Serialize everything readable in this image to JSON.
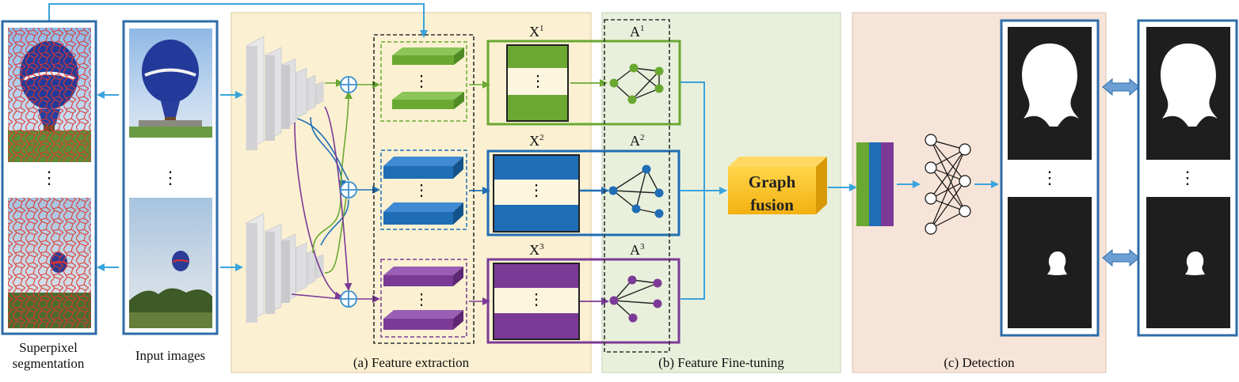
{
  "labels": {
    "superpixel_line1": "Superpixel",
    "superpixel_line2": "segmentation",
    "input_images": "Input images",
    "panel_a": "(a) Feature extraction",
    "panel_b": "(b) Feature Fine-tuning",
    "panel_c": "(c) Detection",
    "x1": "X",
    "x1_sup": "1",
    "x2": "X",
    "x2_sup": "2",
    "x3": "X",
    "x3_sup": "3",
    "a1": "A",
    "a1_sup": "1",
    "a2": "A",
    "a2_sup": "2",
    "a3": "A",
    "a3_sup": "3",
    "graph_fusion_line1": "Graph",
    "graph_fusion_line2": "fusion",
    "ellipsis": "⋮"
  },
  "colors": {
    "panel_a_bg": "#fbf1d2",
    "panel_b_bg": "#e8f0dc",
    "panel_c_bg": "#f7e4d8",
    "green": "#6aa832",
    "blue": "#1f6db5",
    "purple": "#7b3a96",
    "arrow": "#3aa3dc",
    "frame": "#2e6ca8",
    "fusion": "#f7c11e"
  }
}
